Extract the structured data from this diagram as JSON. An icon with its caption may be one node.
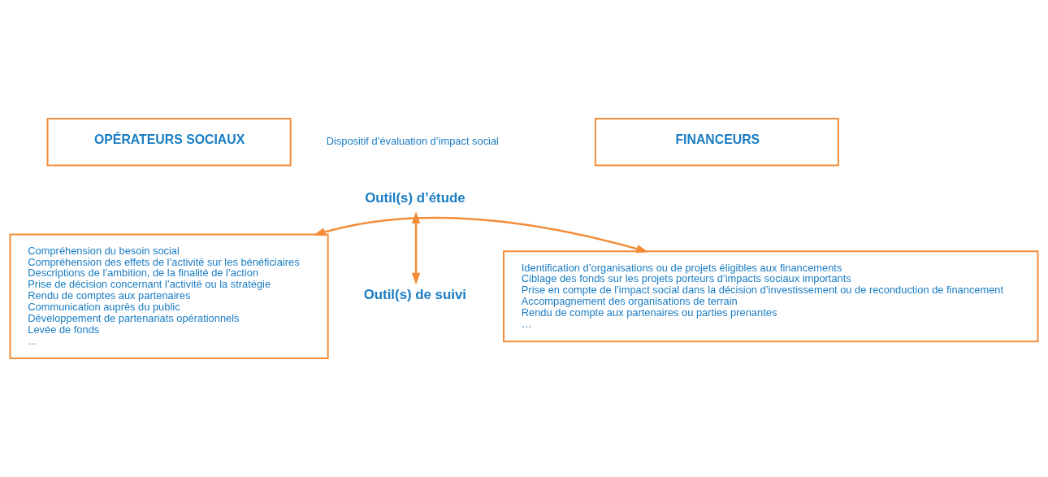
{
  "diagram": {
    "nodes": [
      {
        "text": [
          "OPÉRATEURS SOCIAUX"
        ]
      },
      {
        "text": [
          "Compréhension du besoin social",
          "Compréhension des effets de l’activité sur les bénéficiaires",
          "Descriptions de l’ambition, de la finalité de l’action",
          "Prise de décision concernant l’activité ou la stratégie",
          "Rendu de comptes aux partenaires",
          "Communication auprès du public",
          "Développement de partenariats opérationnels",
          "Levée de fonds",
          "..."
        ]
      },
      {
        "text": [
          "FINANCEURS"
        ]
      },
      {
        "text": [
          "Identification d’organisations ou de projets éligibles aux financements",
          "Ciblage des fonds sur les projets porteurs d’impacts sociaux importants",
          "Prise en compte de l’impact social dans la décision d’investissement ou de reconduction de financement",
          "Accompagnement des organisations de terrain",
          "Rendu de compte aux partenaires ou parties prenantes",
          "…"
        ]
      },
      {
        "text": [
          "Outil(s) d’étude"
        ]
      },
      {
        "text": [
          "Outil(s) de suivi"
        ]
      }
    ],
    "edges": [
      {
        "from": 1,
        "to": 3,
        "arrow": "both"
      },
      {
        "from": 4,
        "to": 5,
        "arrow": "both"
      }
    ],
    "labels": [
      "Dispositif d’évaluation d’impact social"
    ]
  }
}
